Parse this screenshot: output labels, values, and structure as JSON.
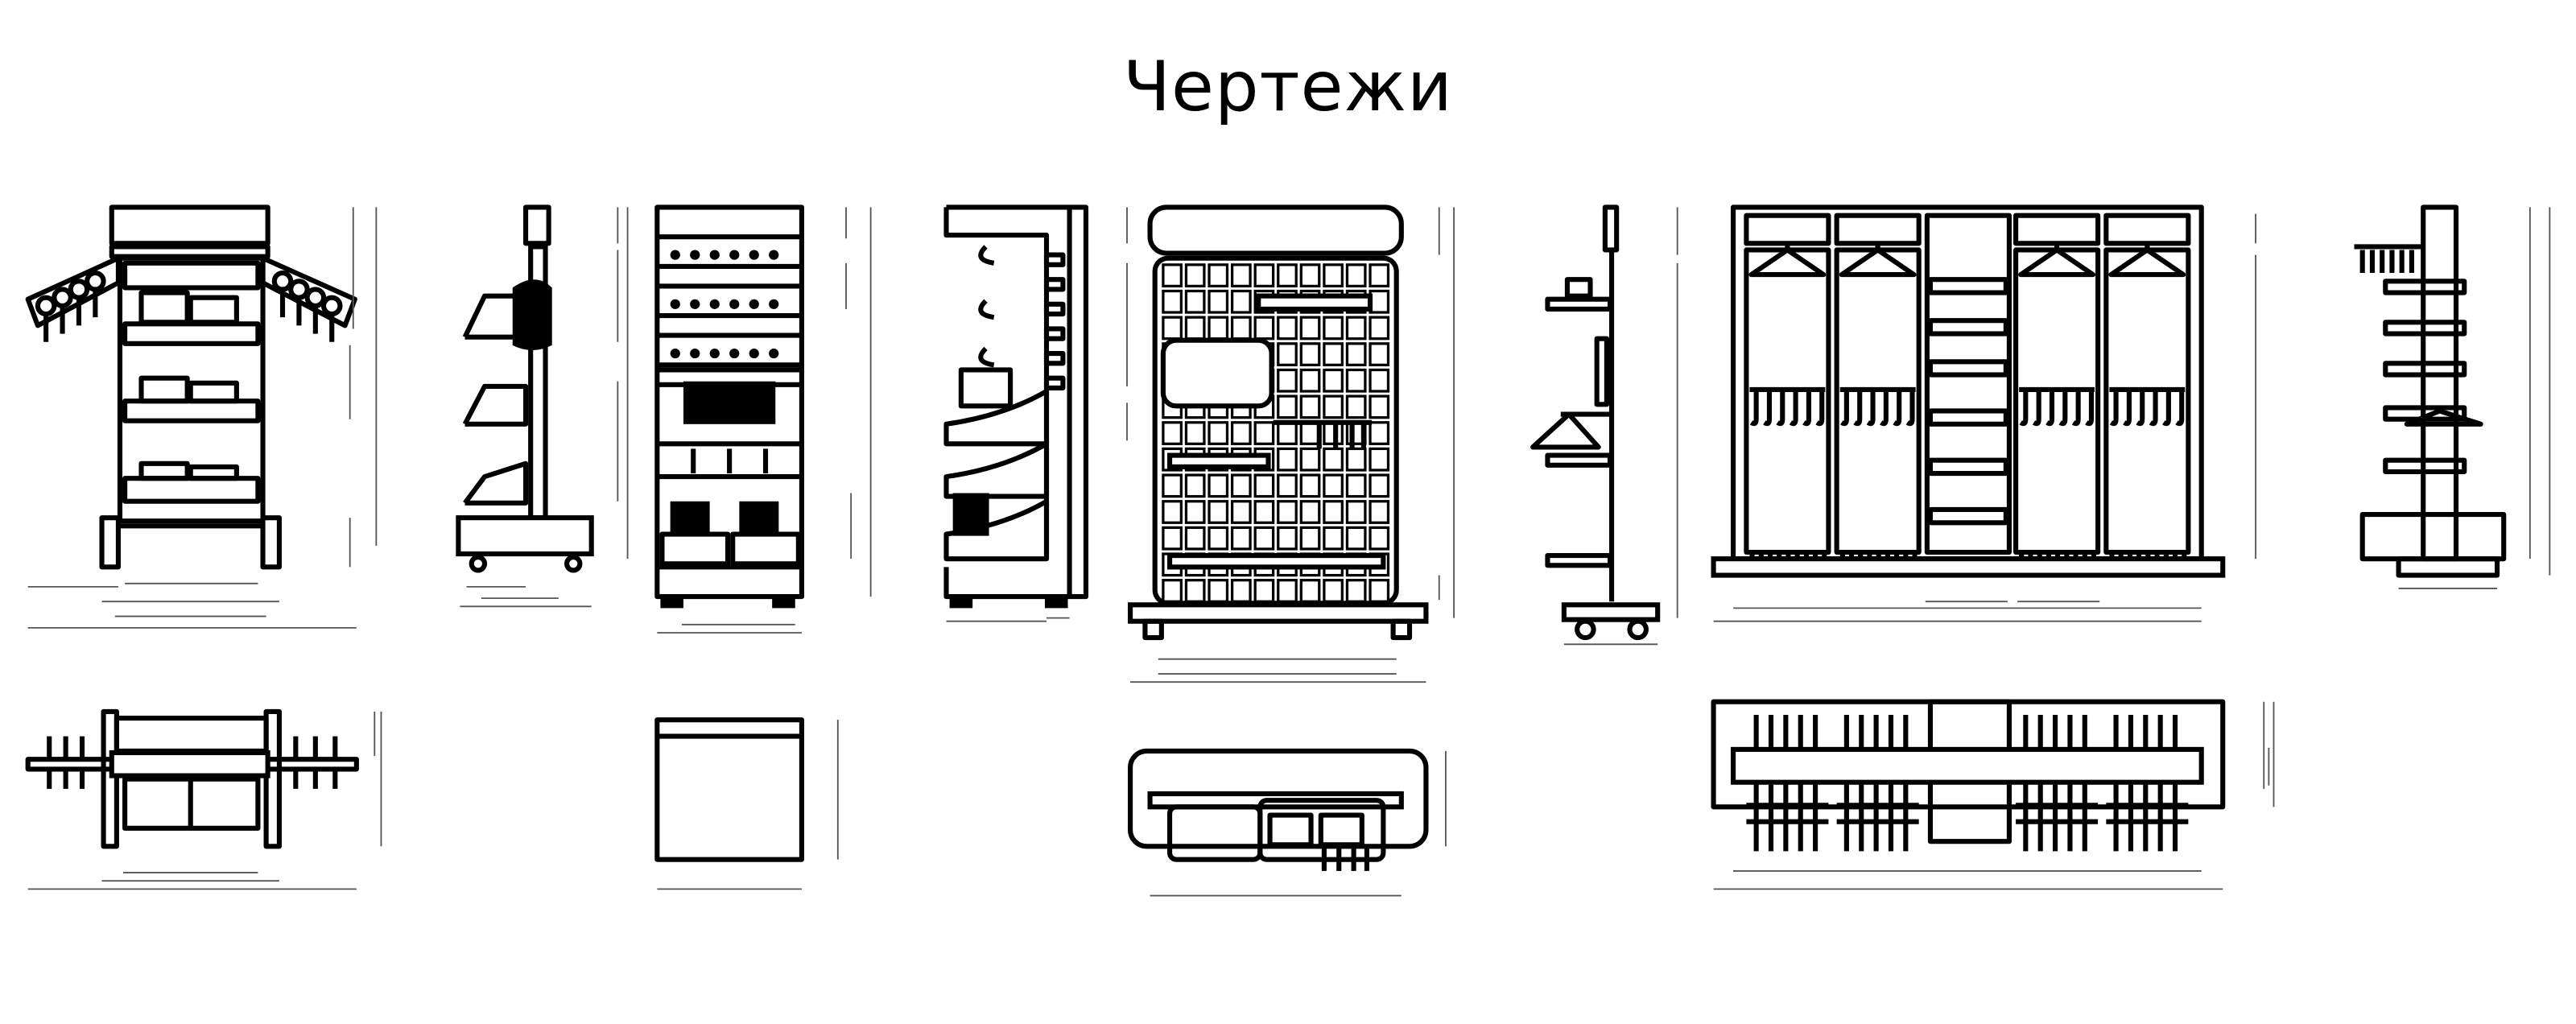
{
  "title": "Чертежи",
  "colors": {
    "line": "#000000",
    "dimension": "#555555",
    "background": "#ffffff"
  },
  "drawings": [
    {
      "view": "front",
      "object": "rack-with-side-hook-wings"
    },
    {
      "view": "side",
      "object": "mobile-pole-stand"
    },
    {
      "view": "front",
      "object": "tall-shelving-cabinet"
    },
    {
      "view": "side",
      "object": "shelving-cabinet"
    },
    {
      "view": "front",
      "object": "grid-panel-stand"
    },
    {
      "view": "side",
      "object": "pole-stand-with-hanger"
    },
    {
      "view": "front",
      "object": "wardrobe-with-hangers"
    },
    {
      "view": "side",
      "object": "double-sided-hook-stand"
    },
    {
      "view": "top",
      "object": "rack-with-side-hook-wings"
    },
    {
      "view": "top",
      "object": "tall-shelving-cabinet"
    },
    {
      "view": "top",
      "object": "grid-panel-stand"
    },
    {
      "view": "top",
      "object": "wardrobe-with-hangers"
    }
  ]
}
